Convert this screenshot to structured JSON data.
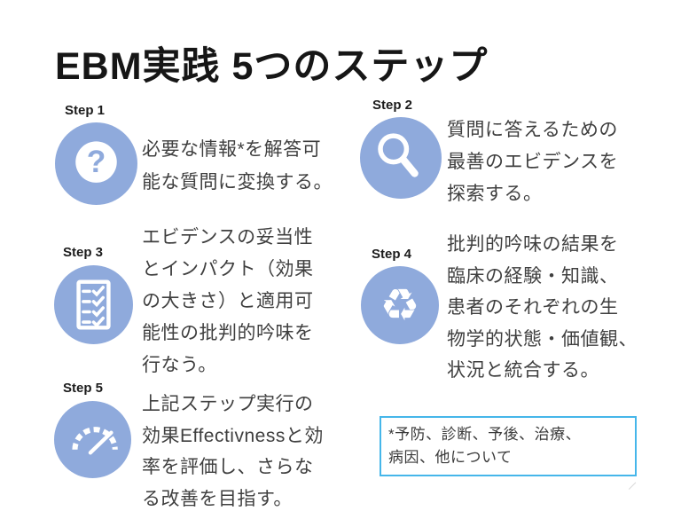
{
  "slide": {
    "title": "EBM実践 5つのステップ",
    "accent_color": "#8FAADC",
    "steps": [
      {
        "label": "Step 1",
        "icon": "question-mark",
        "text": "必要な情報*を解答可\n能な質問に変換する。"
      },
      {
        "label": "Step 2",
        "icon": "magnifier",
        "text": "質問に答えるための\n最善のエビデンスを\n探索する。"
      },
      {
        "label": "Step 3",
        "icon": "checklist",
        "text": "エビデンスの妥当性\nとインパクト（効果\nの大きさ）と適用可\n能性の批判的吟味を\n行なう。"
      },
      {
        "label": "Step 4",
        "icon": "recycle",
        "text": "批判的吟味の結果を\n臨床の経験・知識、\n患者のそれぞれの生\n物学的状態・価値観、\n状況と統合する。"
      },
      {
        "label": "Step 5",
        "icon": "gauge",
        "text": "上記ステップ実行の\n効果Effectivnessと効\n率を評価し、さらな\nる改善を目指す。"
      }
    ],
    "footnote": {
      "text": "*予防、診断、予後、治療、\n病因、他について",
      "border_color": "#45B6EA"
    },
    "icon_glyphs": {
      "question": "?",
      "recycle": "♻"
    }
  }
}
